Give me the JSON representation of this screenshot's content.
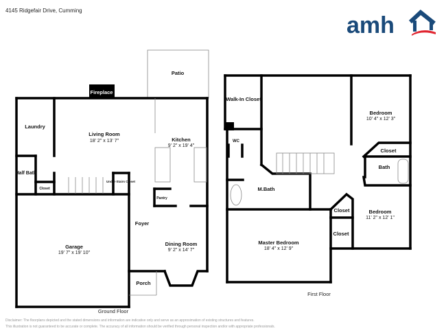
{
  "header": {
    "address": "4145 Ridgefair Drive, Cumming",
    "logo_text": "amh",
    "brand_color": "#1a4a7a",
    "accent_color": "#e0232e"
  },
  "ground_floor": {
    "title": "Ground Floor",
    "rooms": {
      "patio": "Patio",
      "fireplace": "Fireplace",
      "laundry": "Laundry",
      "living_room": "Living Room",
      "living_room_dim": "18' 2\" x 13' 7\"",
      "kitchen": "Kitchen",
      "kitchen_dim": "9' 2\" x 19' 4\"",
      "half_bath": "Half Bath",
      "closet": "Closet",
      "under_stairs": "Under-Stairs Closet",
      "pantry": "Pantry",
      "foyer": "Foyer",
      "garage": "Garage",
      "garage_dim": "19' 7\" x 19' 10\"",
      "dining_room": "Dining Room",
      "dining_room_dim": "9' 2\" x 14' 7\"",
      "porch": "Porch"
    }
  },
  "first_floor": {
    "title": "First Floor",
    "rooms": {
      "walk_in": "Walk-In Closet",
      "wc": "WC",
      "m_bath": "M.Bath",
      "bedroom1": "Bedroom",
      "bedroom1_dim": "10' 4\" x 12' 3\"",
      "closet1": "Closet",
      "bath": "Bath",
      "bedroom2": "Bedroom",
      "bedroom2_dim": "11' 2\" x 12' 1\"",
      "closet2": "Closet",
      "closet3": "Closet",
      "master": "Master Bedroom",
      "master_dim": "18' 4\" x 12' 9\""
    }
  },
  "footer": {
    "disclaimer_line1": "Disclaimer: The floorplans depicted and the stated dimensions and information are indicative only and serve as an approximation of existing structures and features.",
    "disclaimer_line2": "This illustration is not guaranteed to be accurate or complete. The accuracy of all information should be verified through personal inspection and/or with appropriate professionals."
  }
}
